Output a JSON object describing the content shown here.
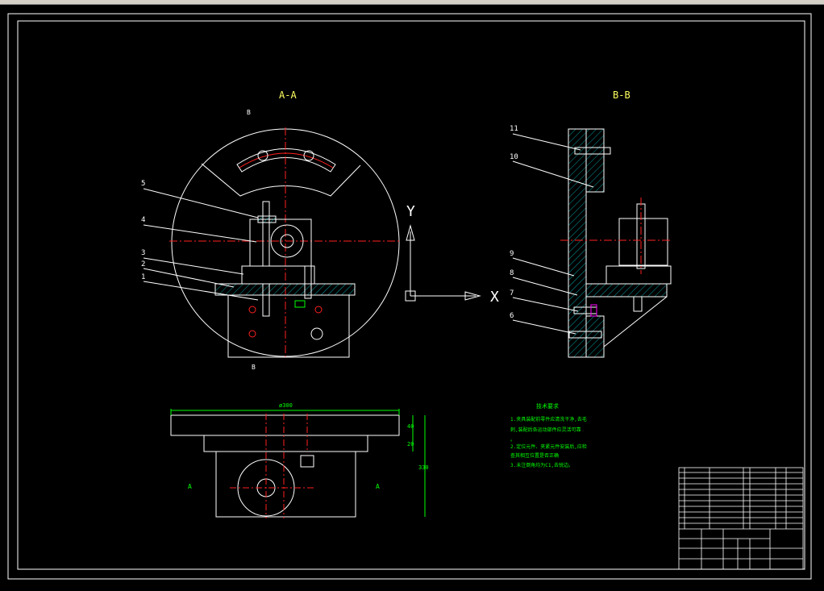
{
  "window": {
    "title": ""
  },
  "views": {
    "section_aa": "A-A",
    "section_bb": "B-B",
    "marker_b_top": "B",
    "marker_b_bottom": "B",
    "marker_a_left": "A",
    "marker_a_right": "A"
  },
  "axes": {
    "y": "Y",
    "x": "X"
  },
  "callouts_left": [
    "5",
    "4",
    "3",
    "2",
    "1"
  ],
  "callouts_right": [
    "11",
    "10",
    "9",
    "8",
    "7",
    "6"
  ],
  "dimensions": {
    "width_top": "ø300",
    "h1": "40",
    "h2": "20",
    "h3": "330"
  },
  "notes": {
    "title": "技术要求",
    "lines": [
      "1.夹具装配前零件应清洗干净,去毛",
      "刺,装配后各运动部件应灵活可靠",
      "。",
      "2.定位元件、夹紧元件安装后,应检",
      "查其相互位置是否正确",
      "3.未注倒角均为C1,去锐边。"
    ]
  },
  "colors": {
    "background": "#000000",
    "line": "#ffffff",
    "center": "#ff2020",
    "hatch": "#00c8c8",
    "dim": "#00ff00",
    "accent": "#ff00ff",
    "title": "#ffff60"
  }
}
